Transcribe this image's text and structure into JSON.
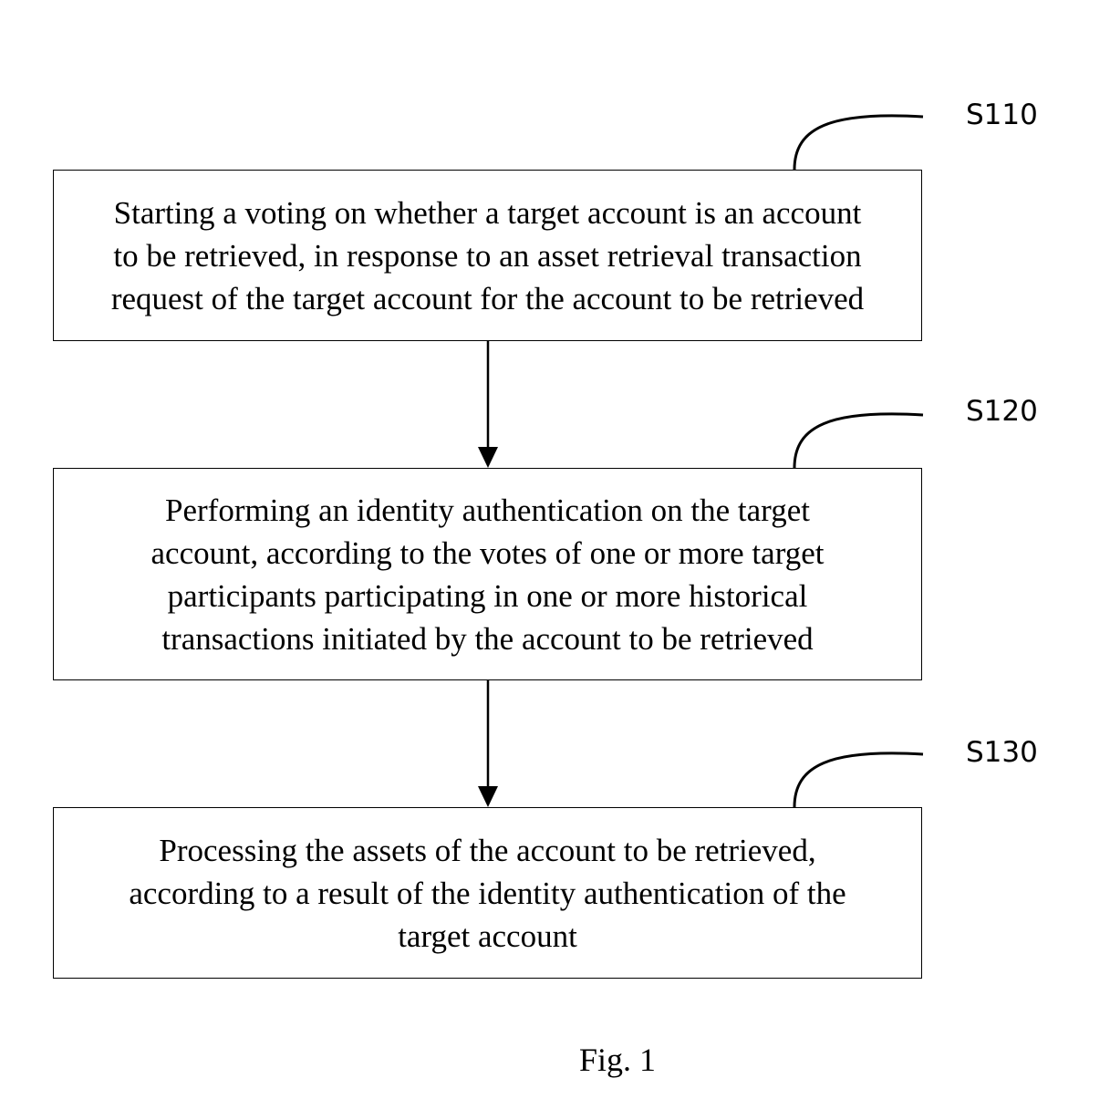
{
  "steps": [
    {
      "label": "S110",
      "text": "Starting a voting on whether a target account is an account\nto be retrieved, in response to an asset retrieval transaction\nrequest of the target account for the account to be retrieved"
    },
    {
      "label": "S120",
      "text": "Performing an identity authentication on the target\naccount, according to the votes of one or more target\nparticipants participating in one or more historical\ntransactions initiated by the account to be retrieved"
    },
    {
      "label": "S130",
      "text": "Processing the assets of the account to be retrieved,\naccording to a result of the identity authentication of the\ntarget account"
    }
  ],
  "caption": "Fig. 1",
  "colors": {
    "line": "#000000",
    "background": "#ffffff"
  }
}
